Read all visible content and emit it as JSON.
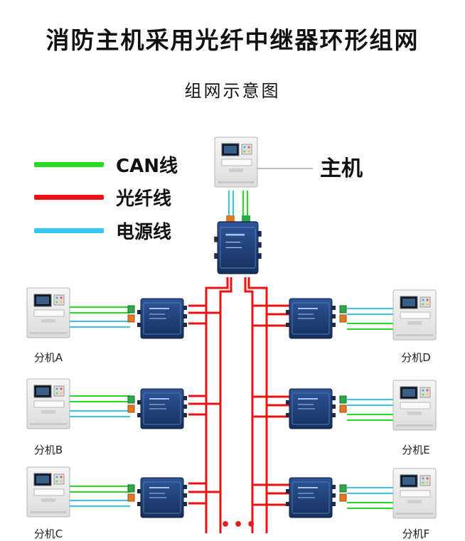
{
  "title": "消防主机采用光纤中继器环形组网",
  "subtitle": "组网示意图",
  "legend": [
    {
      "label": "CAN线",
      "color": "#22dd22"
    },
    {
      "label": "光纤线",
      "color": "#ee1111"
    },
    {
      "label": "电源线",
      "color": "#33c8ee"
    }
  ],
  "host": {
    "label": "主机"
  },
  "sub_hosts": [
    {
      "label": "分机A"
    },
    {
      "label": "分机B"
    },
    {
      "label": "分机C"
    },
    {
      "label": "分机D"
    },
    {
      "label": "分机E"
    },
    {
      "label": "分机F"
    }
  ],
  "continuation": "•••",
  "colors": {
    "can": "#22dd22",
    "fiber": "#ee1111",
    "power": "#33c8ee",
    "repeater": "#1f3f77",
    "panel": "#eeeeee"
  }
}
